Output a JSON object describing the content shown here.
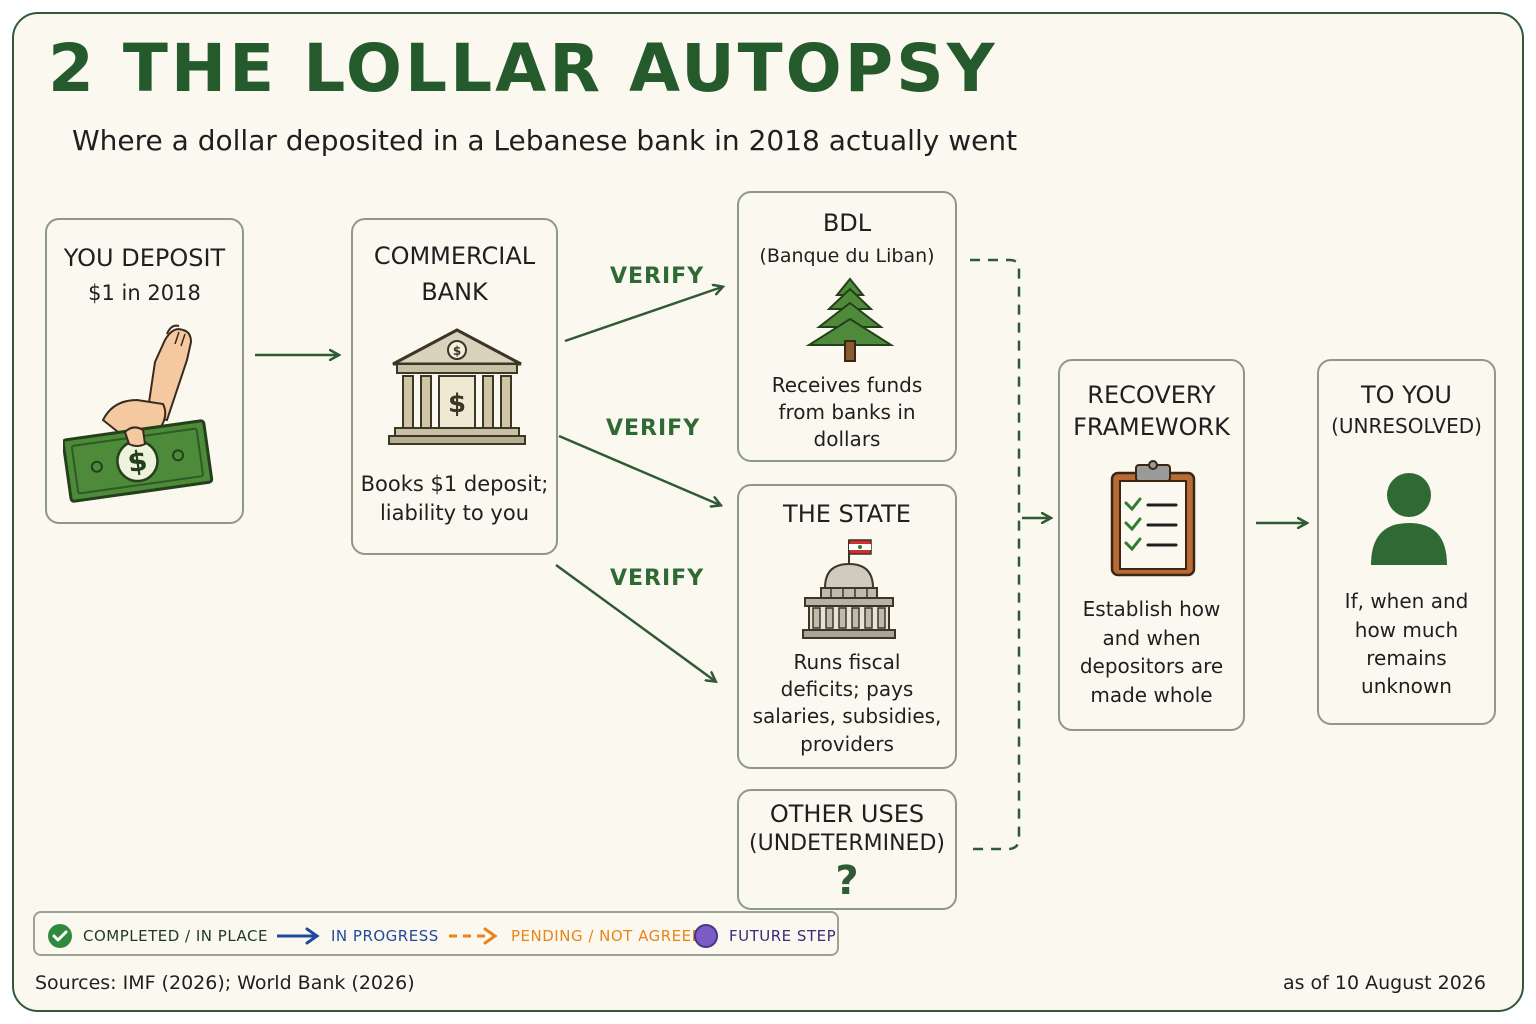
{
  "header": {
    "title": "2 THE LOLLAR AUTOPSY",
    "subtitle": "Where a dollar deposited in a Lebanese bank in 2018 actually went"
  },
  "nodes": {
    "deposit": {
      "title": "YOU DEPOSIT",
      "sub": "$1 in 2018",
      "icon": "hand-dollar-bill-icon"
    },
    "bank": {
      "title_line1": "COMMERCIAL",
      "title_line2": "BANK",
      "desc_line1": "Books $1 deposit;",
      "desc_line2": "liability to you",
      "icon": "bank-building-icon"
    },
    "bdl": {
      "title": "BDL",
      "sub": "(Banque du Liban)",
      "desc_line1": "Receives funds",
      "desc_line2": "from banks in",
      "desc_line3": "dollars",
      "icon": "cedar-tree-icon"
    },
    "state": {
      "title": "THE STATE",
      "desc_line1": "Runs fiscal",
      "desc_line2": "deficits; pays",
      "desc_line3": "salaries, subsidies,",
      "desc_line4": "providers",
      "icon": "capitol-building-icon"
    },
    "other": {
      "title_line1": "OTHER USES",
      "title_line2": "(UNDETERMINED)",
      "mark": "?"
    },
    "recovery": {
      "title_line1": "RECOVERY",
      "title_line2": "FRAMEWORK",
      "desc_line1": "Establish how",
      "desc_line2": "and when",
      "desc_line3": "depositors are",
      "desc_line4": "made whole",
      "icon": "clipboard-checklist-icon"
    },
    "toyou": {
      "title_line1": "TO YOU",
      "title_line2": "(UNRESOLVED)",
      "desc_line1": "If, when and",
      "desc_line2": "how much",
      "desc_line3": "remains",
      "desc_line4": "unknown",
      "icon": "person-icon"
    }
  },
  "edge_labels": {
    "verify_1": "VERIFY",
    "verify_2": "VERIFY",
    "verify_3": "VERIFY"
  },
  "legend": {
    "completed": "COMPLETED / IN PLACE",
    "in_progress": "IN PROGRESS",
    "pending": "PENDING / NOT AGREED",
    "future": "FUTURE STEP"
  },
  "footer": {
    "sources": "Sources: IMF (2026); World Bank (2026)",
    "as_of": "as of 10 August 2026"
  },
  "colors": {
    "completed": "#2e8b3e",
    "in_progress": "#1f4b9c",
    "pending": "#e8841a",
    "future": "#6a4bb0",
    "title": "#245a2c",
    "arrow": "#2f5a34"
  }
}
